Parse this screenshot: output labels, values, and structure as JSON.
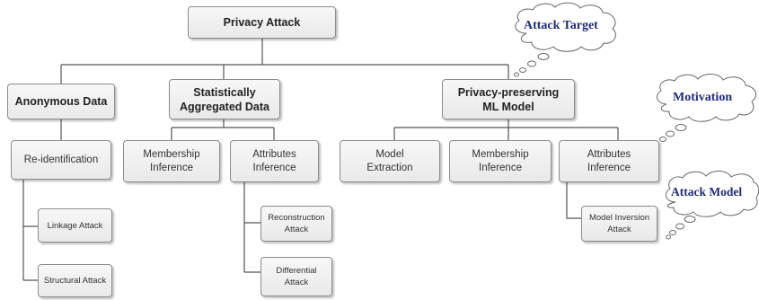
{
  "root": {
    "label": "Privacy Attack"
  },
  "categories": [
    {
      "label": "Anonymous Data"
    },
    {
      "label": "Statistically\nAggregated Data"
    },
    {
      "label": "Privacy-preserving\nML Model"
    }
  ],
  "attacks": {
    "reidentification": "Re-identification",
    "membership_1": "Membership\nInference",
    "attributes_1": "Attributes\nInference",
    "model_extraction": "Model\nExtraction",
    "membership_2": "Membership\nInference",
    "attributes_2": "Attributes\nInference"
  },
  "sub_attacks": {
    "linkage": "Linkage Attack",
    "structural": "Structural Attack",
    "reconstruction": "Reconstruction\nAttack",
    "differential": "Differential\nAttack",
    "model_inversion": "Model Inversion\nAttack"
  },
  "clouds": {
    "attack_target": "Attack Target",
    "motivation": "Motivation",
    "attack_model": "Attack Model"
  },
  "colors": {
    "cloud_text": "#1f2a7a",
    "box_fill_top": "#f7f7f7",
    "box_fill_bottom": "#e9e9e9",
    "border": "#8c8c8c",
    "connector": "#555555"
  }
}
